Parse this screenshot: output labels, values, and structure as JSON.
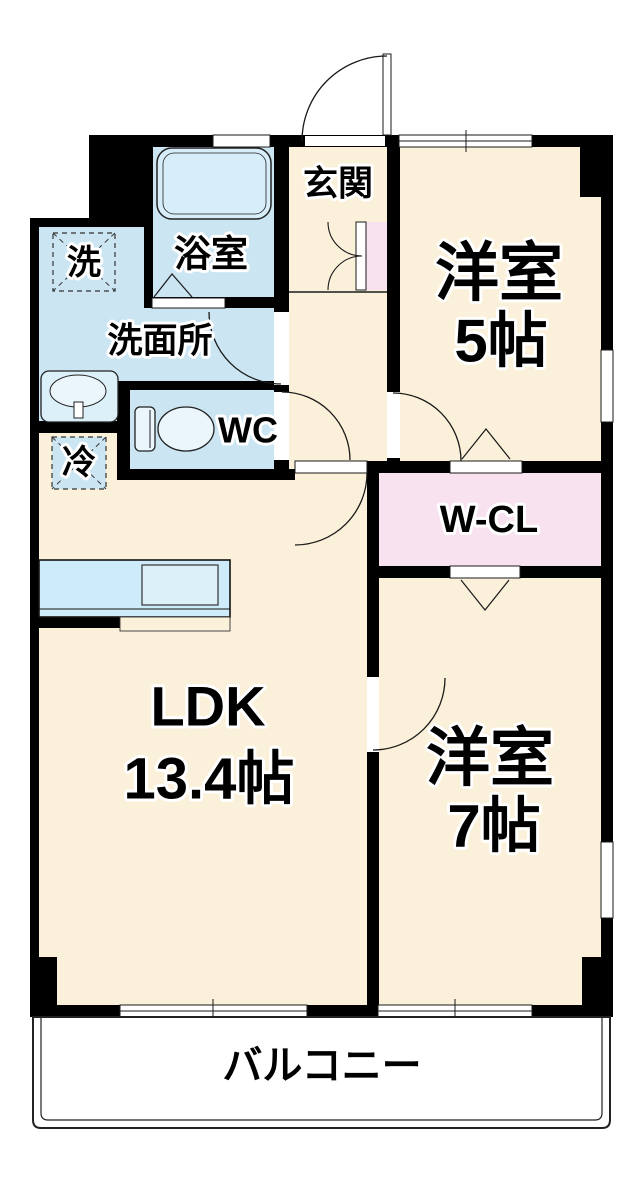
{
  "floorplan": {
    "rooms": {
      "genkan": {
        "label": "玄関"
      },
      "yoshitsu5": {
        "label": "洋室",
        "size": "5帖"
      },
      "bathroom": {
        "label": "浴室"
      },
      "laundry": {
        "label": "洗"
      },
      "washroom": {
        "label": "洗面所"
      },
      "toilet": {
        "label": "WC"
      },
      "refrigerator": {
        "label": "冷"
      },
      "walkin_closet": {
        "label": "W-CL"
      },
      "ldk": {
        "label": "LDK",
        "size": "13.4帖"
      },
      "yoshitsu7": {
        "label": "洋室",
        "size": "7帖"
      },
      "balcony": {
        "label": "バルコニー"
      }
    },
    "colors": {
      "wall": "#000000",
      "room_floor": "#FBF1DA",
      "water_area": "#CBE5F2",
      "storage": "#F8E2EF",
      "kitchen_counter": "#CEEBFA",
      "background": "#FFFFFF"
    }
  }
}
